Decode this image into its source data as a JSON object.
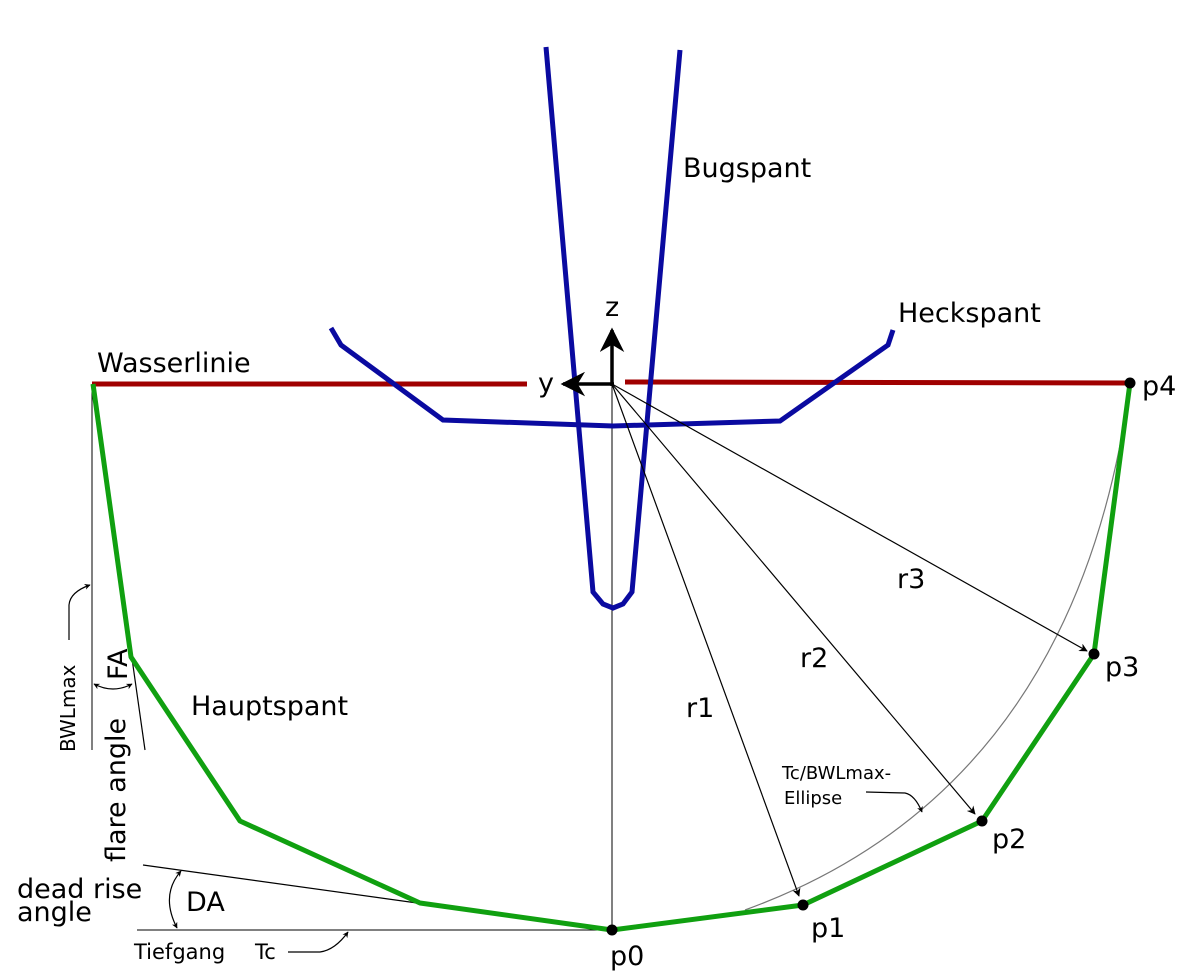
{
  "colors": {
    "bugspant": "#0a0aa0",
    "heckspant": "#0a0aa0",
    "waterline": "#a00000",
    "hauptspant": "#10a010",
    "annotation": "#000000",
    "ellipse": "#777777"
  },
  "labels": {
    "bugspant": "Bugspant",
    "heckspant": "Heckspant",
    "wasserlinie": "Wasserlinie",
    "hauptspant": "Hauptspant",
    "z": "z",
    "y": "y",
    "p0": "p0",
    "p1": "p1",
    "p2": "p2",
    "p3": "p3",
    "p4": "p4",
    "r1": "r1",
    "r2": "r2",
    "r3": "r3",
    "ellipse_line1": "Tc/BWLmax-",
    "ellipse_line2": "Ellipse",
    "bwlmax": "BWLmax",
    "fa": "FA",
    "flare_angle": "flare angle",
    "dead_rise_line1": "dead rise",
    "dead_rise_line2": "angle",
    "da": "DA",
    "tiefgang": "Tiefgang",
    "tc": "Tc"
  }
}
